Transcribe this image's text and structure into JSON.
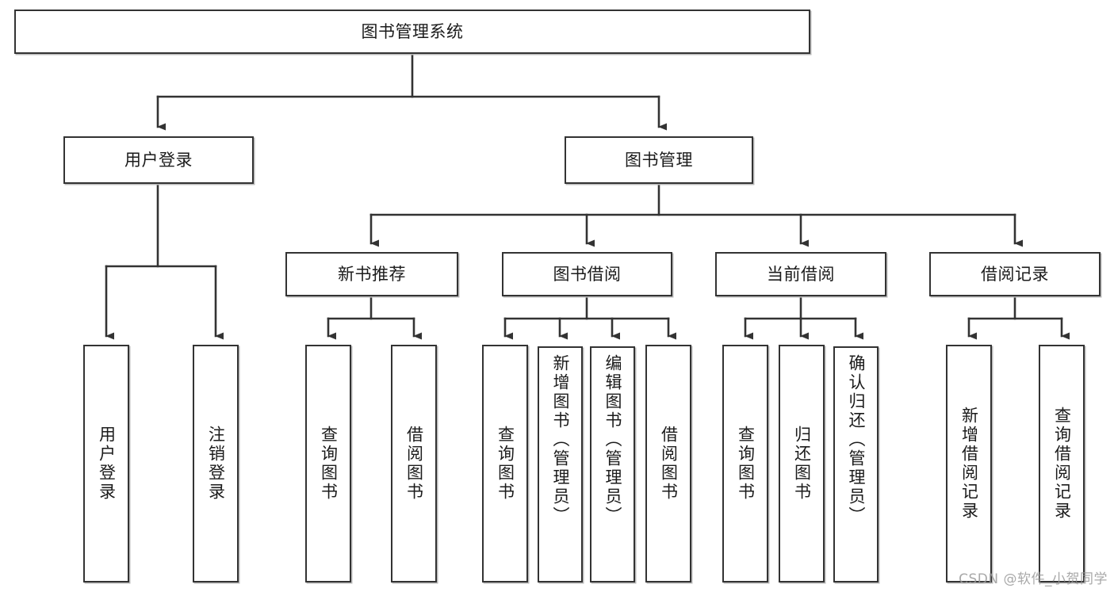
{
  "diagram": {
    "title": "图书管理系统",
    "type": "tree",
    "watermark": "CSDN @软件_小贺同学",
    "colors": {
      "box_border": "#333333",
      "box_fill": "#ffffff",
      "edge": "#333333",
      "text": "#1b1b1b",
      "watermark": "#9a9a9a",
      "background": "#ffffff"
    },
    "levels": {
      "root": {
        "label": "图书管理系统"
      },
      "level2": [
        {
          "id": "user-login",
          "label": "用户登录"
        },
        {
          "id": "book-manage",
          "label": "图书管理"
        }
      ],
      "level3": [
        {
          "id": "new-book-recommend",
          "label": "新书推荐",
          "parent": "book-manage"
        },
        {
          "id": "book-borrow",
          "label": "图书借阅",
          "parent": "book-manage"
        },
        {
          "id": "current-borrow",
          "label": "当前借阅",
          "parent": "book-manage"
        },
        {
          "id": "borrow-record",
          "label": "借阅记录",
          "parent": "book-manage"
        }
      ],
      "leaves": [
        {
          "id": "leaf-user-login",
          "label": "用户登录",
          "parent": "user-login"
        },
        {
          "id": "leaf-logout-login",
          "label": "注销登录",
          "parent": "user-login"
        },
        {
          "id": "leaf-query-book-1",
          "label": "查询图书",
          "parent": "new-book-recommend"
        },
        {
          "id": "leaf-borrow-book-1",
          "label": "借阅图书",
          "parent": "new-book-recommend"
        },
        {
          "id": "leaf-query-book-2",
          "label": "查询图书",
          "parent": "book-borrow"
        },
        {
          "id": "leaf-add-book",
          "label": "新增图书（管理员）",
          "parent": "book-borrow"
        },
        {
          "id": "leaf-edit-book",
          "label": "编辑图书（管理员）",
          "parent": "book-borrow"
        },
        {
          "id": "leaf-borrow-book-2",
          "label": "借阅图书",
          "parent": "book-borrow"
        },
        {
          "id": "leaf-query-book-3",
          "label": "查询图书",
          "parent": "current-borrow"
        },
        {
          "id": "leaf-return-book",
          "label": "归还图书",
          "parent": "current-borrow"
        },
        {
          "id": "leaf-confirm-return",
          "label": "确认归还（管理员）",
          "parent": "current-borrow"
        },
        {
          "id": "leaf-add-record",
          "label": "新增借阅记录",
          "parent": "borrow-record"
        },
        {
          "id": "leaf-query-record",
          "label": "查询借阅记录",
          "parent": "borrow-record"
        }
      ]
    }
  }
}
